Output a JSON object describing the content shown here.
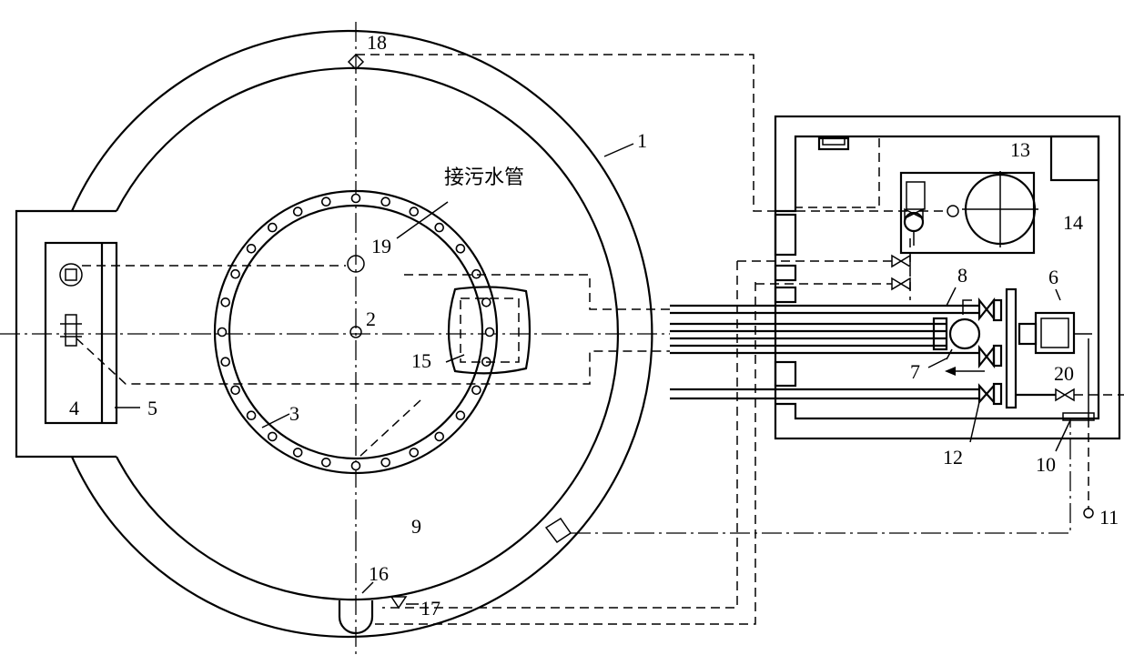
{
  "labels": {
    "n1": "1",
    "n2": "2",
    "n3": "3",
    "n4": "4",
    "n5": "5",
    "n6": "6",
    "n7": "7",
    "n8": "8",
    "n9": "9",
    "n10": "10",
    "n11": "11",
    "n12": "12",
    "n13": "13",
    "n14": "14",
    "n15": "15",
    "n16": "16",
    "n17": "17",
    "n18": "18",
    "n19": "19",
    "n20": "20",
    "sewage_pipe": "接污水管"
  }
}
